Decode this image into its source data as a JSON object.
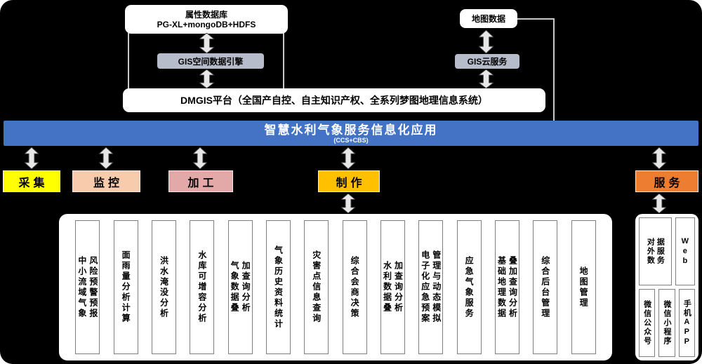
{
  "top": {
    "attr_db_title": "属性数据库",
    "attr_db_subtitle": "PG-XL+mongoDB+HDFS",
    "gis_engine_label": "GIS空间数据引擎",
    "map_data_label": "地图数据",
    "gis_cloud_label": "GIS云服务",
    "dmgis_label": "DMGIS平台（全国产自控、自主知识产权、全系列梦图地理信息系统）"
  },
  "app_bar": {
    "title": "智慧水利气象服务信息化应用",
    "subtitle": "(CCS+CBS)"
  },
  "stages": [
    {
      "label": "采集",
      "color": "#ffff00"
    },
    {
      "label": "监控",
      "color": "#f8cbad"
    },
    {
      "label": "加工",
      "color": "#e3a9a9"
    },
    {
      "label": "制作",
      "color": "#ffc000"
    },
    {
      "label": "服务",
      "color": "#ed7d31"
    }
  ],
  "functions": [
    "中小流域气象\n风险预警预报",
    "面雨量分析计算",
    "洪水淹没分析",
    "水库可增容分析",
    "气象数据叠\n加查询分析",
    "气象历史资料统计",
    "灾害点信息查询",
    "综合会商决策",
    "水利数据叠\n加查询分析",
    "电子化应急预案\n管理与动态模拟",
    "应急气象服务",
    "基础地理数据\n叠加查询分析",
    "综合后台管理",
    "地图管理"
  ],
  "services_panel": {
    "external_data": "对外数\n据服务",
    "web": "Web",
    "wechat_official": "微信公众号",
    "wechat_mini": "微信小程序",
    "mobile_app": "手机APP"
  },
  "colors": {
    "background": "#000000",
    "app_bar": "#4472c4",
    "gray_box": "#b6bcca"
  }
}
